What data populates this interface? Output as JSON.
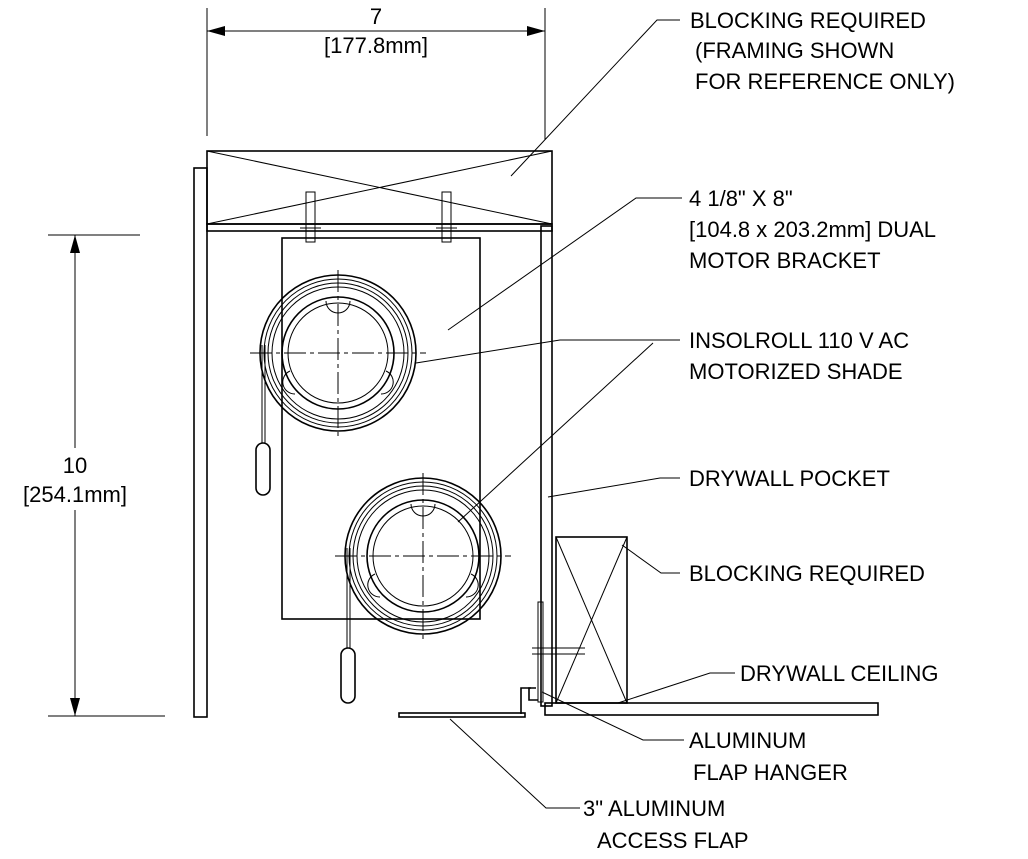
{
  "dimensions": {
    "width": {
      "value": "7",
      "metric": "[177.8mm]"
    },
    "height": {
      "value": "10",
      "metric": "[254.1mm]"
    }
  },
  "callouts": {
    "blocking_top": [
      "BLOCKING REQUIRED",
      "(FRAMING SHOWN",
      "FOR REFERENCE ONLY)"
    ],
    "bracket": [
      "4 1/8\" X 8\"",
      "[104.8 x 203.2mm] DUAL",
      "MOTOR BRACKET"
    ],
    "shade": [
      "INSOLROLL 110 V AC",
      "MOTORIZED SHADE"
    ],
    "drywall_pocket": [
      "DRYWALL POCKET"
    ],
    "blocking_side": [
      "BLOCKING REQUIRED"
    ],
    "drywall_ceiling": [
      "DRYWALL CEILING"
    ],
    "flap_hanger": [
      "ALUMINUM",
      "FLAP HANGER"
    ],
    "access_flap": [
      "3\" ALUMINUM",
      "ACCESS FLAP"
    ]
  }
}
